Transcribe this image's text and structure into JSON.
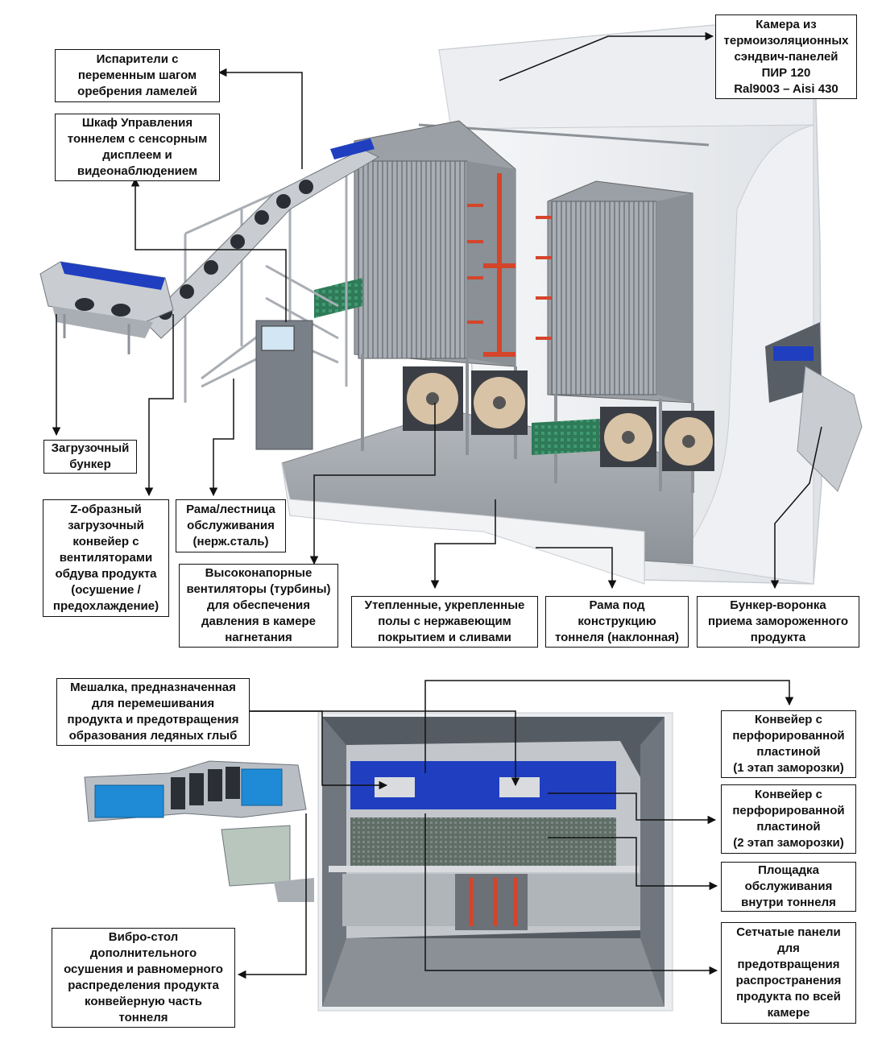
{
  "top_diagram": {
    "labels": {
      "camera": "Камера из\nтермоизоляционных\nсэндвич-панелей\nПИР 120\nRal9003 – Aisi  430",
      "evaporators": "Испарители с\nпеременным шагом\nоребрения ламелей",
      "control_cabinet": "Шкаф Управления\nтоннелем с сенсорным\nдисплеем и\nвидеонаблюдением",
      "loading_hopper": "Загрузочный\nбункер",
      "z_conveyor": "Z-образный\nзагрузочный\nконвейер с\nвентиляторами\nобдува продукта\n(осушение /\nпредохлаждение)",
      "service_frame": "Рама/лестница\nобслуживания\n(нерж.сталь)",
      "fans": "Высоконапорные\nвентиляторы (турбины)\nдля обеспечения\nдавления в камере\nнагнетания",
      "floors": "Утепленные, укрепленные\nполы с нержавеющим\nпокрытием и сливами",
      "tunnel_frame": "Рама под\nконструкцию\nтоннеля (наклонная)",
      "outlet_hopper": "Бункер-воронка\nприема  замороженного\nпродукта"
    }
  },
  "bottom_diagram": {
    "labels": {
      "mixer": "Мешалка, предназначенная\nдля перемешивания\nпродукта и предотвращения\nобразования ледяных глыб",
      "conveyor_stage1": "Конвейер с\nперфорированной\nпластиной\n(1 этап  заморозки)",
      "conveyor_stage2": "Конвейер с\nперфорированной\nпластиной\n(2 этап  заморозки)",
      "service_platform": "Площадка\nобслуживания\nвнутри тоннеля",
      "vibro_table": "Вибро-стол\nдополнительного\nосушения и равномерного\nраспределения продукта\nконвейерную часть\nтоннеля",
      "mesh_panels": "Сетчатые панели\nдля\nпредотвращения\nраспространения\nпродукта по всей\nкамере"
    }
  },
  "colors": {
    "panel_white": "#f2f3f5",
    "steel": "#b9bec4",
    "dark_steel": "#6f757c",
    "blue_conveyor": "#1f3fc0",
    "green_grate": "#2f7a58",
    "red_pipe": "#d4452a",
    "fan_blade": "#d9c3a6"
  }
}
